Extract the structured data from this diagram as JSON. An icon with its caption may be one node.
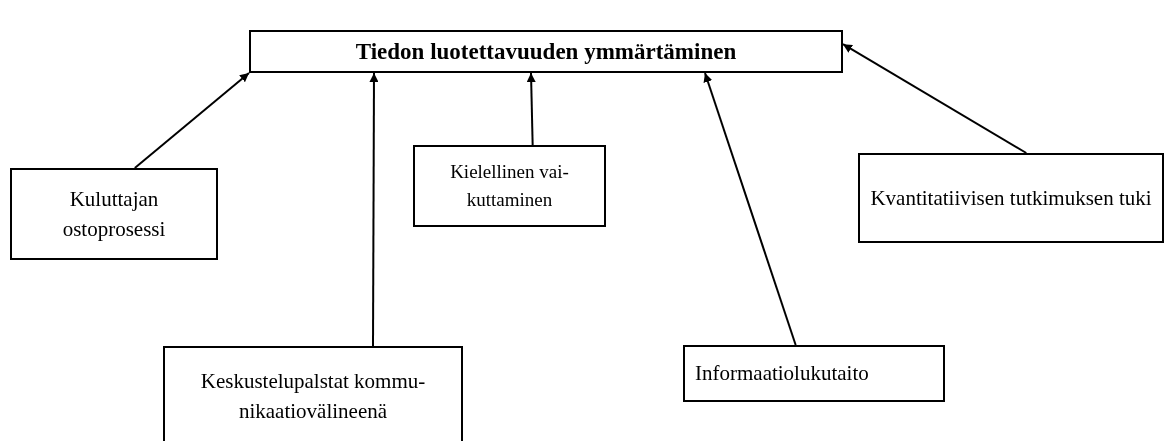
{
  "diagram": {
    "nodes": [
      {
        "text": [
          "Tiedon luotettavuuden ymmärtäminen"
        ]
      },
      {
        "text": [
          "Kuluttajan ostoprosessi"
        ]
      },
      {
        "text": [
          "Kielellinen vai- kuttaminen"
        ]
      },
      {
        "text": [
          "Kvantitatiivisen tutkimuksen tuki"
        ]
      },
      {
        "text": [
          "Keskustelupalstat kommu- nikaatiovälineenä"
        ]
      },
      {
        "text": [
          "Informaatiolukutaito"
        ]
      }
    ],
    "edges": [
      {
        "from": 1,
        "to": 0,
        "arrow": "to"
      },
      {
        "from": 4,
        "to": 0,
        "arrow": "to"
      },
      {
        "from": 2,
        "to": 0,
        "arrow": "to"
      },
      {
        "from": 5,
        "to": 0,
        "arrow": "to"
      },
      {
        "from": 3,
        "to": 0,
        "arrow": "to"
      }
    ]
  }
}
